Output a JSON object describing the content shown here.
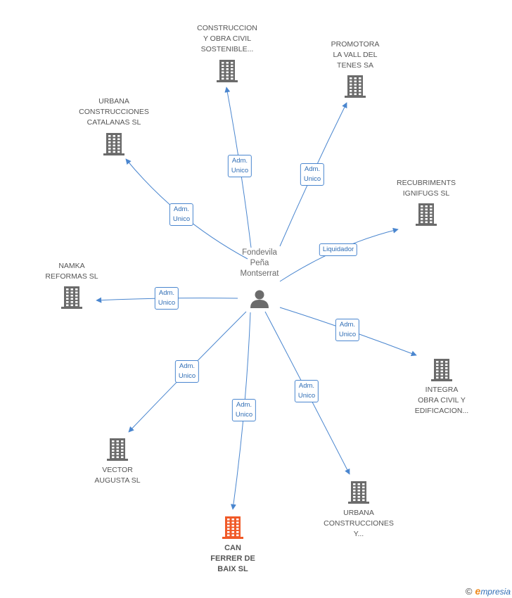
{
  "center": {
    "name_lines": [
      "Fondevila",
      "Peña",
      "Montserrat"
    ]
  },
  "companies": [
    {
      "id": "construccion",
      "lines": [
        "CONSTRUCCION",
        "Y OBRA CIVIL",
        "SOSTENIBLE..."
      ],
      "main": false
    },
    {
      "id": "promotora",
      "lines": [
        "PROMOTORA",
        "LA VALL DEL",
        "TENES SA"
      ],
      "main": false
    },
    {
      "id": "urbana-catalanas",
      "lines": [
        "URBANA",
        "CONSTRUCCIONES",
        "CATALANAS SL"
      ],
      "main": false
    },
    {
      "id": "recubriments",
      "lines": [
        "RECUBRIMENTS",
        "IGNIFUGS  SL"
      ],
      "main": false
    },
    {
      "id": "namka",
      "lines": [
        "NAMKA",
        "REFORMAS SL"
      ],
      "main": false
    },
    {
      "id": "integra",
      "lines": [
        "INTEGRA",
        "OBRA CIVIL Y",
        "EDIFICACION..."
      ],
      "main": false
    },
    {
      "id": "vector",
      "lines": [
        "VECTOR",
        "AUGUSTA  SL"
      ],
      "main": false
    },
    {
      "id": "urbana-y",
      "lines": [
        "URBANA",
        "CONSTRUCCIONES",
        "Y..."
      ],
      "main": false
    },
    {
      "id": "can-ferrer",
      "lines": [
        "CAN",
        "FERRER DE",
        "BAIX SL"
      ],
      "main": true
    }
  ],
  "relations": [
    {
      "to": "construccion",
      "lines": [
        "Adm.",
        "Unico"
      ]
    },
    {
      "to": "promotora",
      "lines": [
        "Adm.",
        "Unico"
      ]
    },
    {
      "to": "urbana-catalanas",
      "lines": [
        "Adm.",
        "Unico"
      ]
    },
    {
      "to": "recubriments",
      "lines": [
        "Liquidador"
      ]
    },
    {
      "to": "namka",
      "lines": [
        "Adm.",
        "Unico"
      ]
    },
    {
      "to": "integra",
      "lines": [
        "Adm.",
        "Unico"
      ]
    },
    {
      "to": "vector",
      "lines": [
        "Adm.",
        "Unico"
      ]
    },
    {
      "to": "urbana-y",
      "lines": [
        "Adm.",
        "Unico"
      ]
    },
    {
      "to": "can-ferrer",
      "lines": [
        "Adm.",
        "Unico"
      ]
    }
  ],
  "colors": {
    "edge": "#4a86cf",
    "building": "#6b6b6b",
    "main_building": "#f05a28",
    "person": "#6b6b6b"
  },
  "footer": {
    "copyright": "©",
    "brand_initial": "e",
    "brand_rest": "mpresia"
  }
}
